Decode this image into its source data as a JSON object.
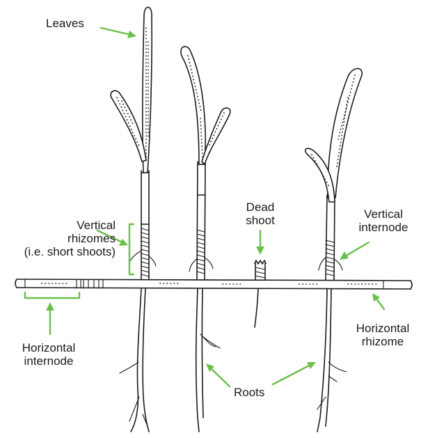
{
  "labels": {
    "leaves": "Leaves",
    "vertical_rhizomes": "Vertical\nrhizomes\n(i.e. short shoots)",
    "dead_shoot": "Dead\nshoot",
    "vertical_internode": "Vertical\ninternode",
    "horizontal_internode": "Horizontal\ninternode",
    "horizontal_rhizome": "Horizontal\nrhizome",
    "roots": "Roots"
  },
  "colors": {
    "arrow": "#6abf4b",
    "ink": "#1a1a1a",
    "background": "#ffffff"
  }
}
